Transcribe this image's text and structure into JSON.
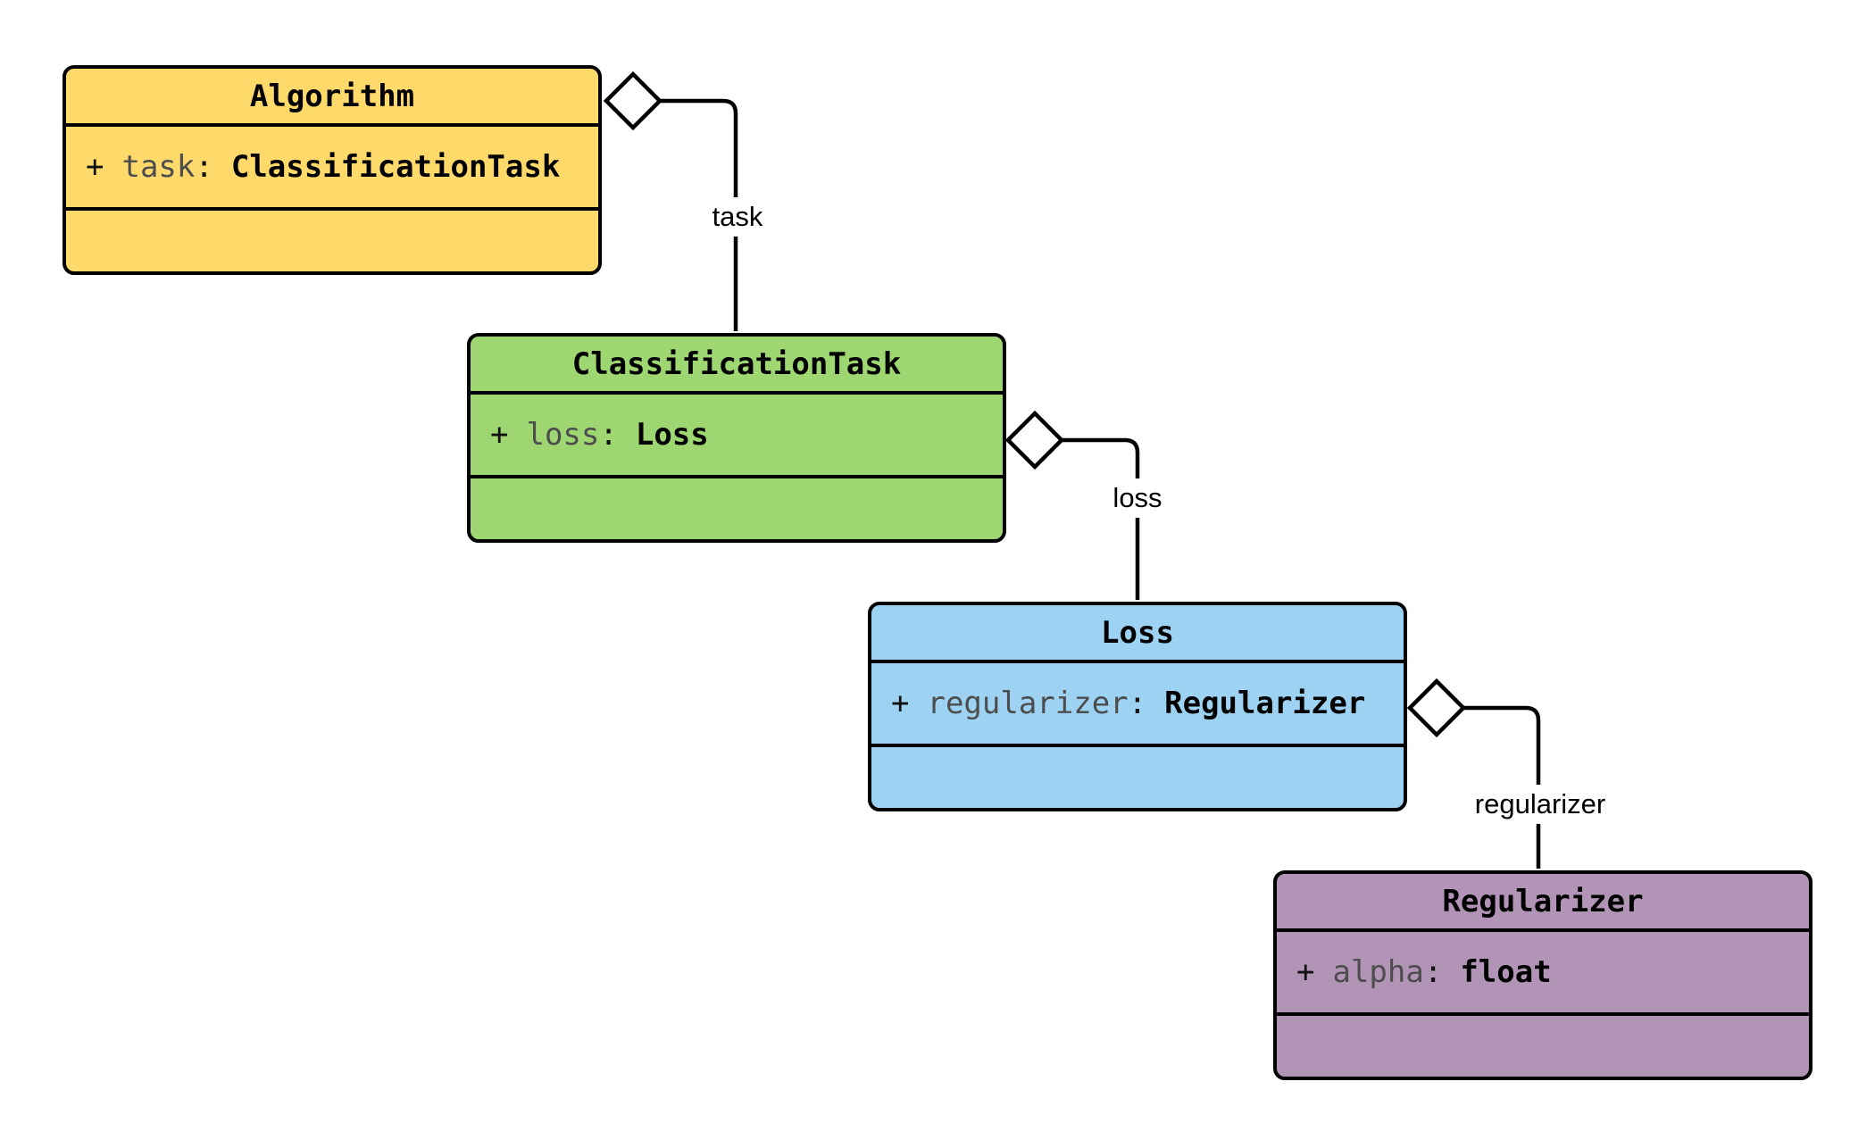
{
  "diagram": {
    "background": "#ffffff",
    "stroke_color": "#000000",
    "attr_name_color": "#4d4d4d",
    "classes": [
      {
        "name": "Algorithm",
        "fill": "#FFDA6B",
        "attribute": {
          "plus": "+",
          "name": "task",
          "colon": ":",
          "type": "ClassificationTask"
        }
      },
      {
        "name": "ClassificationTask",
        "fill": "#9ED672",
        "attribute": {
          "plus": "+",
          "name": "loss",
          "colon": ":",
          "type": "Loss"
        }
      },
      {
        "name": "Loss",
        "fill": "#9DD2F2",
        "attribute": {
          "plus": "+",
          "name": "regularizer",
          "colon": ":",
          "type": "Regularizer"
        }
      },
      {
        "name": "Regularizer",
        "fill": "#B294B7",
        "attribute": {
          "plus": "+",
          "name": "alpha",
          "colon": ":",
          "type": "float"
        }
      }
    ],
    "relations": [
      {
        "label": "task",
        "from": "Algorithm",
        "to": "ClassificationTask",
        "kind": "aggregation"
      },
      {
        "label": "loss",
        "from": "ClassificationTask",
        "to": "Loss",
        "kind": "aggregation"
      },
      {
        "label": "regularizer",
        "from": "Loss",
        "to": "Regularizer",
        "kind": "aggregation"
      }
    ]
  }
}
